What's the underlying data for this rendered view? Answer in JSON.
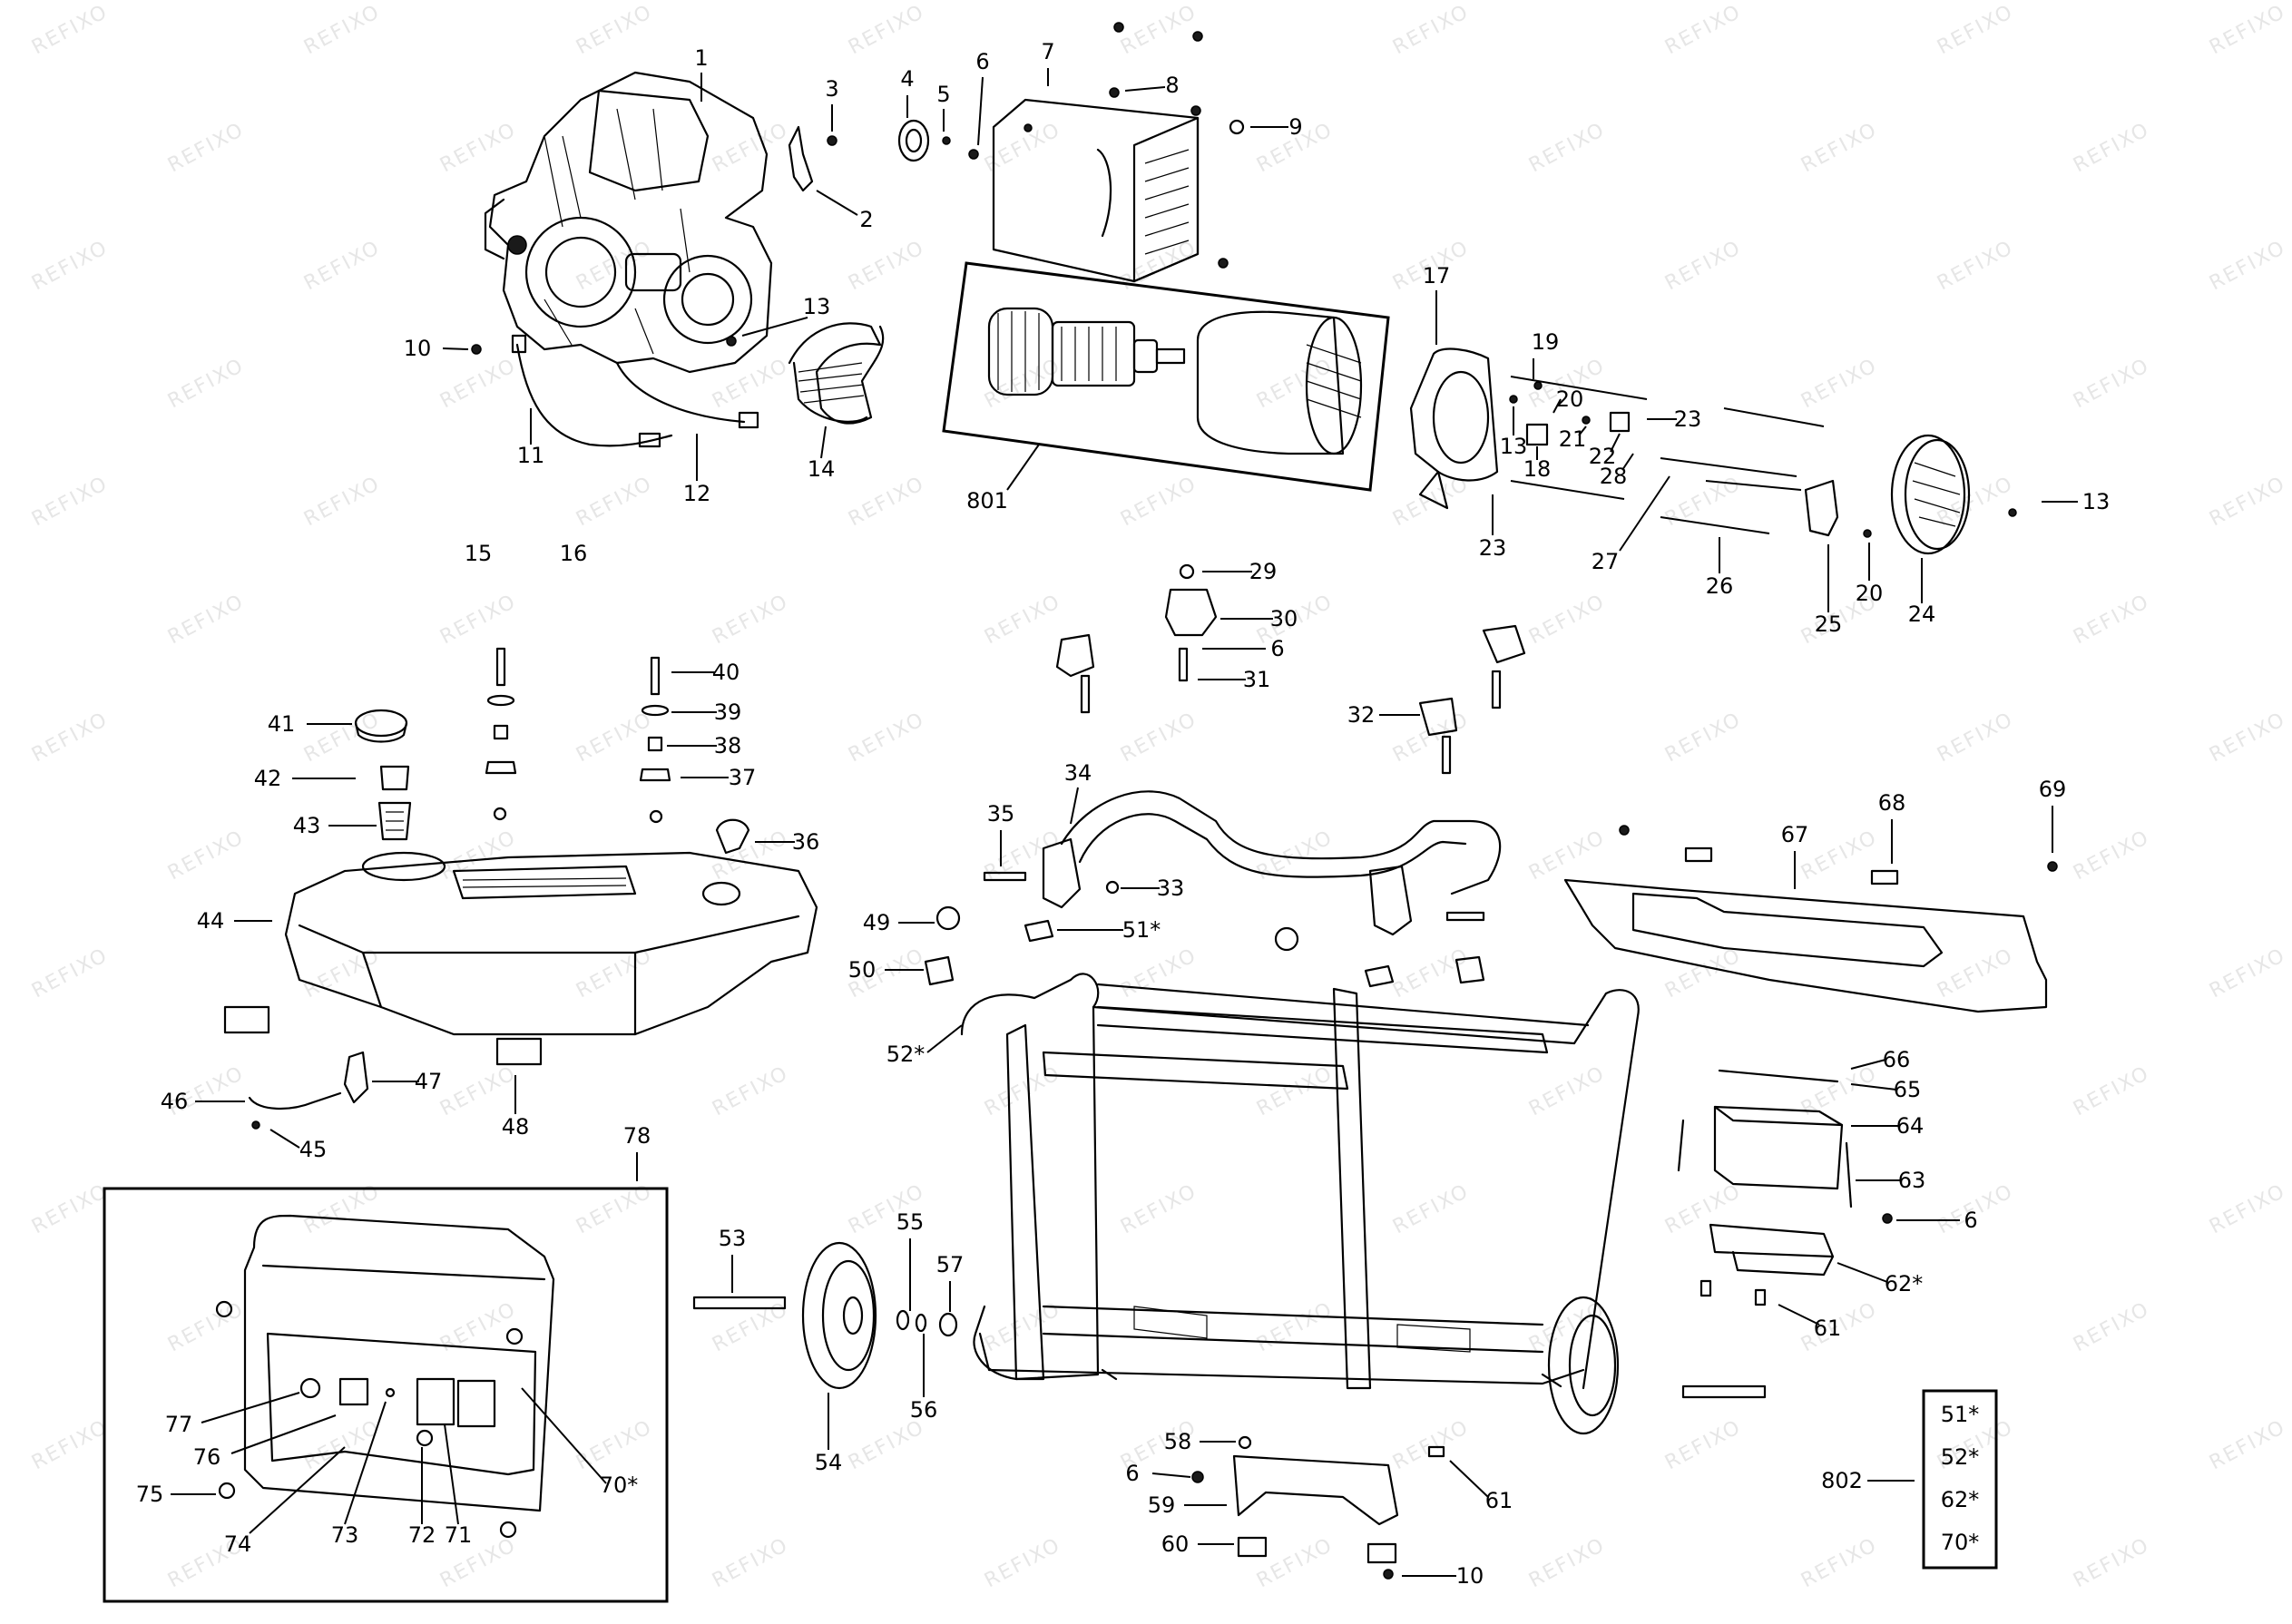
{
  "diagram": {
    "watermark": "REFIXO",
    "callouts": [
      {
        "id": "c1",
        "label": "1"
      },
      {
        "id": "c2",
        "label": "2"
      },
      {
        "id": "c3",
        "label": "3"
      },
      {
        "id": "c4",
        "label": "4"
      },
      {
        "id": "c5",
        "label": "5"
      },
      {
        "id": "c6a",
        "label": "6"
      },
      {
        "id": "c7",
        "label": "7"
      },
      {
        "id": "c8",
        "label": "8"
      },
      {
        "id": "c9",
        "label": "9"
      },
      {
        "id": "c10a",
        "label": "10"
      },
      {
        "id": "c11",
        "label": "11"
      },
      {
        "id": "c12",
        "label": "12"
      },
      {
        "id": "c13a",
        "label": "13"
      },
      {
        "id": "c14",
        "label": "14"
      },
      {
        "id": "c15",
        "label": "15"
      },
      {
        "id": "c16",
        "label": "16"
      },
      {
        "id": "c801",
        "label": "801"
      },
      {
        "id": "c17",
        "label": "17"
      },
      {
        "id": "c19",
        "label": "19"
      },
      {
        "id": "c20a",
        "label": "20"
      },
      {
        "id": "c13b",
        "label": "13"
      },
      {
        "id": "c21",
        "label": "21"
      },
      {
        "id": "c23a",
        "label": "23"
      },
      {
        "id": "c18",
        "label": "18"
      },
      {
        "id": "c22",
        "label": "22"
      },
      {
        "id": "c28",
        "label": "28"
      },
      {
        "id": "c23b",
        "label": "23"
      },
      {
        "id": "c27",
        "label": "27"
      },
      {
        "id": "c26",
        "label": "26"
      },
      {
        "id": "c25",
        "label": "25"
      },
      {
        "id": "c20b",
        "label": "20"
      },
      {
        "id": "c24",
        "label": "24"
      },
      {
        "id": "c13c",
        "label": "13"
      },
      {
        "id": "c29",
        "label": "29"
      },
      {
        "id": "c30",
        "label": "30"
      },
      {
        "id": "c6b",
        "label": "6"
      },
      {
        "id": "c31",
        "label": "31"
      },
      {
        "id": "c32",
        "label": "32"
      },
      {
        "id": "c40",
        "label": "40"
      },
      {
        "id": "c39",
        "label": "39"
      },
      {
        "id": "c38",
        "label": "38"
      },
      {
        "id": "c37",
        "label": "37"
      },
      {
        "id": "c41",
        "label": "41"
      },
      {
        "id": "c42",
        "label": "42"
      },
      {
        "id": "c43",
        "label": "43"
      },
      {
        "id": "c36",
        "label": "36"
      },
      {
        "id": "c44",
        "label": "44"
      },
      {
        "id": "c34",
        "label": "34"
      },
      {
        "id": "c35",
        "label": "35"
      },
      {
        "id": "c33",
        "label": "33"
      },
      {
        "id": "c49",
        "label": "49"
      },
      {
        "id": "c51a",
        "label": "51*"
      },
      {
        "id": "c50",
        "label": "50"
      },
      {
        "id": "c52a",
        "label": "52*"
      },
      {
        "id": "c67",
        "label": "67"
      },
      {
        "id": "c68",
        "label": "68"
      },
      {
        "id": "c69",
        "label": "69"
      },
      {
        "id": "c47",
        "label": "47"
      },
      {
        "id": "c46",
        "label": "46"
      },
      {
        "id": "c45",
        "label": "45"
      },
      {
        "id": "c48",
        "label": "48"
      },
      {
        "id": "c78",
        "label": "78"
      },
      {
        "id": "c66",
        "label": "66"
      },
      {
        "id": "c65",
        "label": "65"
      },
      {
        "id": "c64",
        "label": "64"
      },
      {
        "id": "c63",
        "label": "63"
      },
      {
        "id": "c6c",
        "label": "6"
      },
      {
        "id": "c62a",
        "label": "62*"
      },
      {
        "id": "c61a",
        "label": "61"
      },
      {
        "id": "c53",
        "label": "53"
      },
      {
        "id": "c55",
        "label": "55"
      },
      {
        "id": "c57",
        "label": "57"
      },
      {
        "id": "c56",
        "label": "56"
      },
      {
        "id": "c54",
        "label": "54"
      },
      {
        "id": "c77",
        "label": "77"
      },
      {
        "id": "c76",
        "label": "76"
      },
      {
        "id": "c70a",
        "label": "70*"
      },
      {
        "id": "c75",
        "label": "75"
      },
      {
        "id": "c74",
        "label": "74"
      },
      {
        "id": "c73",
        "label": "73"
      },
      {
        "id": "c72",
        "label": "72"
      },
      {
        "id": "c71",
        "label": "71"
      },
      {
        "id": "c58",
        "label": "58"
      },
      {
        "id": "c6d",
        "label": "6"
      },
      {
        "id": "c59",
        "label": "59"
      },
      {
        "id": "c60",
        "label": "60"
      },
      {
        "id": "c10b",
        "label": "10"
      },
      {
        "id": "c61b",
        "label": "61"
      },
      {
        "id": "c802",
        "label": "802"
      }
    ],
    "kit_802": {
      "items": [
        "51*",
        "52*",
        "62*",
        "70*"
      ]
    }
  }
}
